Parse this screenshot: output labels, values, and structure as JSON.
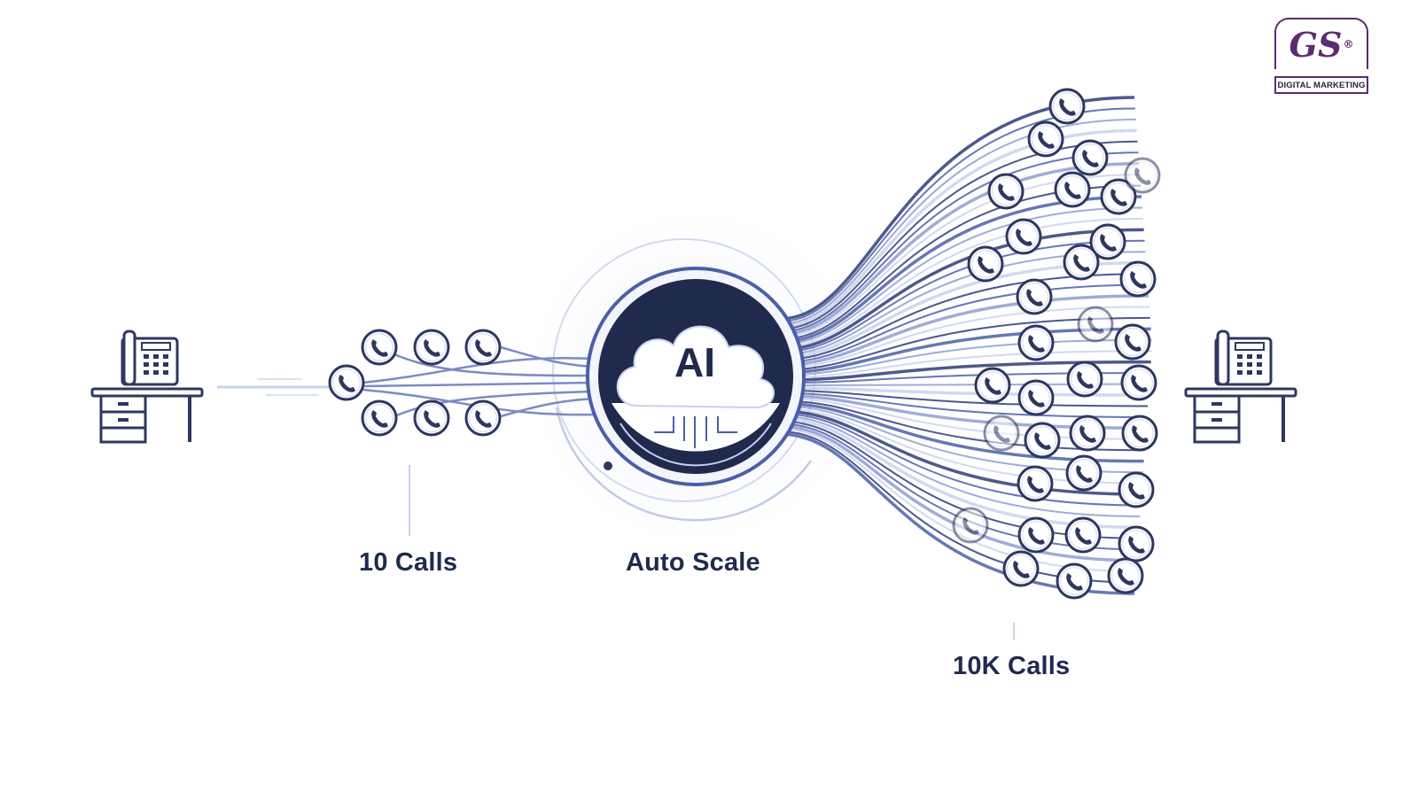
{
  "diagram": {
    "labels": {
      "left": "10 Calls",
      "center": "Auto Scale",
      "right": "10K Calls"
    },
    "hub_text": "AI",
    "nodes": {
      "left_phone": "desk-phone-icon",
      "right_phone": "desk-phone-icon",
      "hub": "cloud-icon",
      "call": "phone-handset-icon"
    }
  },
  "logo": {
    "mark": "GS",
    "registered": "®",
    "subtitle": "DIGITAL MARKETING"
  },
  "colors": {
    "navy": "#1f2a4d",
    "accent": "#4a5fa8",
    "light": "#c9d2ec",
    "logo": "#5b2c6f"
  }
}
